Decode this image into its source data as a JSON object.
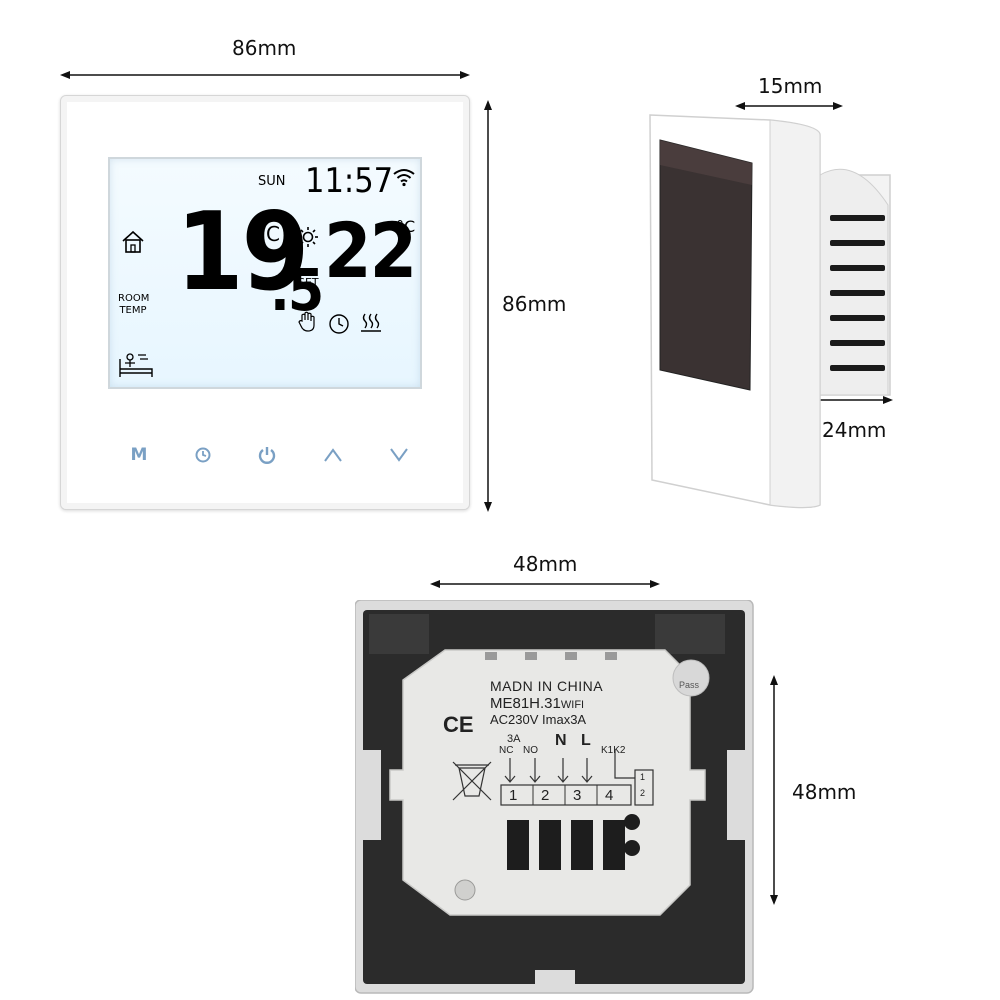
{
  "dimensions": {
    "front_width": "86mm",
    "front_height": "86mm",
    "side_depth": "15mm",
    "side_body_depth": "24mm",
    "back_width": "48mm",
    "back_height": "48mm"
  },
  "lcd": {
    "day": "SUN",
    "time": "11:57",
    "room_temp_int": "19",
    "room_temp_dec": ".5",
    "room_unit": "°C",
    "set_temp": "22",
    "set_unit": "°C",
    "set_label": "SET",
    "room_label_1": "ROOM",
    "room_label_2": "TEMP"
  },
  "front_buttons": [
    {
      "label": "M",
      "icon": "menu-icon"
    },
    {
      "label": "",
      "icon": "clock-icon"
    },
    {
      "label": "",
      "icon": "power-icon"
    },
    {
      "label": "",
      "icon": "up-arrow-icon"
    },
    {
      "label": "",
      "icon": "down-arrow-icon"
    }
  ],
  "back_label": {
    "line1": "MADN IN CHINA",
    "model": "ME81H.31",
    "model_suffix": "WIFI",
    "rating": "AC230V Imax3A",
    "ce": "CE",
    "current": "3A",
    "nc": "NC",
    "no": "NO",
    "n": "N",
    "l": "L",
    "k": "K1K2",
    "terminals": [
      "1",
      "2",
      "3",
      "4"
    ],
    "k_terminals": [
      "1",
      "2"
    ],
    "pass": "Pass"
  },
  "colors": {
    "lcd_bg": "#e9f6ff",
    "frame": "#ffffff",
    "back_plate": "#2b2b2b",
    "module": "#e8e8e6"
  }
}
